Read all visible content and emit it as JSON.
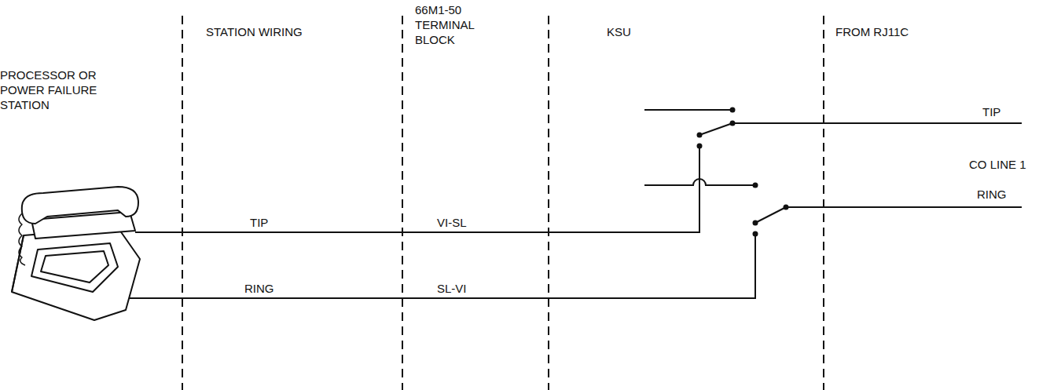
{
  "diagram": {
    "labels": [
      "STATION WIRING",
      "66M1-50 TERMINAL BLOCK",
      "KSU",
      "FROM RJ11C",
      "PROCESSOR OR POWER FAILURE STATION",
      "TIP",
      "VI-SL",
      "RING",
      "SL-VI",
      "TIP",
      "CO LINE 1",
      "RING"
    ]
  }
}
